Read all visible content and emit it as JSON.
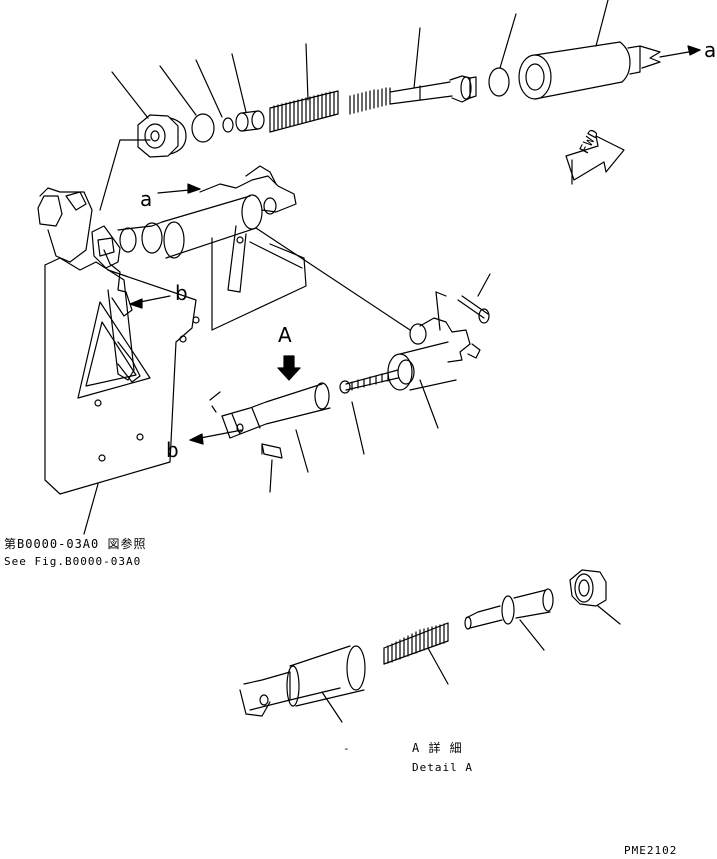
{
  "callouts": {
    "arrow_a_top": "a",
    "arrow_a_left": "a",
    "arrow_b_upper": "b",
    "arrow_b_lower": "b",
    "view_a": "A"
  },
  "fwd_label": "FWD",
  "reference": {
    "japanese": "第B0000-03A0 図参照",
    "english": "See Fig.B0000-03A0"
  },
  "detail": {
    "dash": "-",
    "japanese": "A 詳 細",
    "english": "Detail A"
  },
  "drawing_code": "PME2102",
  "colors": {
    "line": "#000000",
    "background": "#ffffff"
  }
}
